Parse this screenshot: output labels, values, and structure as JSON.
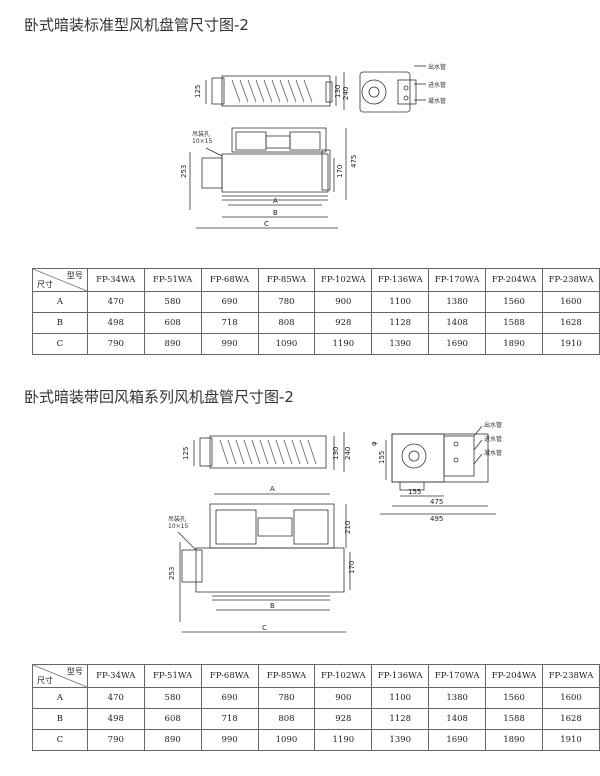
{
  "section1": {
    "title": "卧式暗装标准型风机盘管尺寸图-2",
    "labels": {
      "h125": "125",
      "h130": "130",
      "h240": "240",
      "h170": "170",
      "h253": "253",
      "h475": "475",
      "a": "A",
      "b": "B",
      "c": "C",
      "hole": "吊装孔",
      "hole_size": "10×15",
      "pipe1": "出水管",
      "pipe2": "进水管",
      "pipe3": "凝水管"
    },
    "table": {
      "corner_top": "型号",
      "corner_bottom": "尺寸",
      "columns": [
        "FP-34WA",
        "FP-51WA",
        "FP-68WA",
        "FP-85WA",
        "FP-102WA",
        "FP-136WA",
        "FP-170WA",
        "FP-204WA",
        "FP-238WA"
      ],
      "rows": [
        {
          "label": "A",
          "values": [
            "470",
            "580",
            "690",
            "780",
            "900",
            "1100",
            "1380",
            "1560",
            "1600"
          ]
        },
        {
          "label": "B",
          "values": [
            "498",
            "608",
            "718",
            "808",
            "928",
            "1128",
            "1408",
            "1588",
            "1628"
          ]
        },
        {
          "label": "C",
          "values": [
            "790",
            "890",
            "990",
            "1090",
            "1190",
            "1390",
            "1690",
            "1890",
            "1910"
          ]
        }
      ]
    }
  },
  "section2": {
    "title": "卧式暗装带回风箱系列风机盘管尺寸图-2",
    "labels": {
      "h125": "125",
      "h130": "130",
      "h240": "240",
      "h210": "210",
      "h170": "170",
      "h253": "253",
      "h155": "155",
      "w155": "155",
      "w475": "475",
      "w495": "495",
      "d": "φ",
      "a": "A",
      "b": "B",
      "c": "C",
      "hole": "吊装孔",
      "hole_size": "10×15",
      "pipe1": "出水管",
      "pipe2": "进水管",
      "pipe3": "凝水管"
    },
    "table": {
      "corner_top": "型号",
      "corner_bottom": "尺寸",
      "columns": [
        "FP-34WA",
        "FP-51WA",
        "FP-68WA",
        "FP-85WA",
        "FP-102WA",
        "FP-136WA",
        "FP-170WA",
        "FP-204WA",
        "FP-238WA"
      ],
      "rows": [
        {
          "label": "A",
          "values": [
            "470",
            "580",
            "690",
            "780",
            "900",
            "1100",
            "1380",
            "1560",
            "1600"
          ]
        },
        {
          "label": "B",
          "values": [
            "498",
            "608",
            "718",
            "808",
            "928",
            "1128",
            "1408",
            "1588",
            "1628"
          ]
        },
        {
          "label": "C",
          "values": [
            "790",
            "890",
            "990",
            "1090",
            "1190",
            "1390",
            "1690",
            "1890",
            "1910"
          ]
        }
      ]
    }
  }
}
